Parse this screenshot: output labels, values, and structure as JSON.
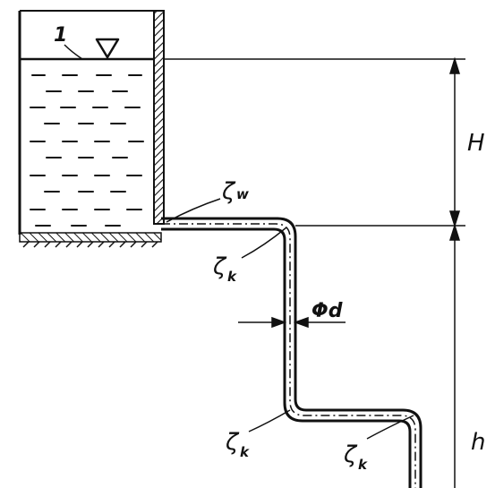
{
  "labels": {
    "tank_number": "1",
    "zeta": "ζ",
    "zeta_w_sub": "w",
    "zeta_k_sub": "k",
    "diameter": "Φd",
    "height_H": "H",
    "height_h": "h"
  },
  "icons": {
    "water_level": "free-surface-triangle-icon"
  },
  "colors": {
    "ink": "#111111",
    "background": "#ffffff"
  }
}
